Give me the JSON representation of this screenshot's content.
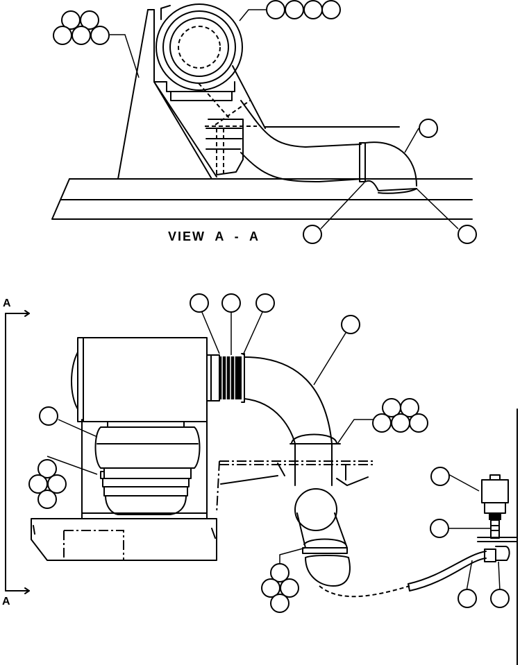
{
  "view_title": "VIEW  A  -  A",
  "section_marker_top": "A",
  "section_marker_bottom": "A",
  "colors": {
    "ink": "#000000",
    "paper": "#ffffff"
  }
}
